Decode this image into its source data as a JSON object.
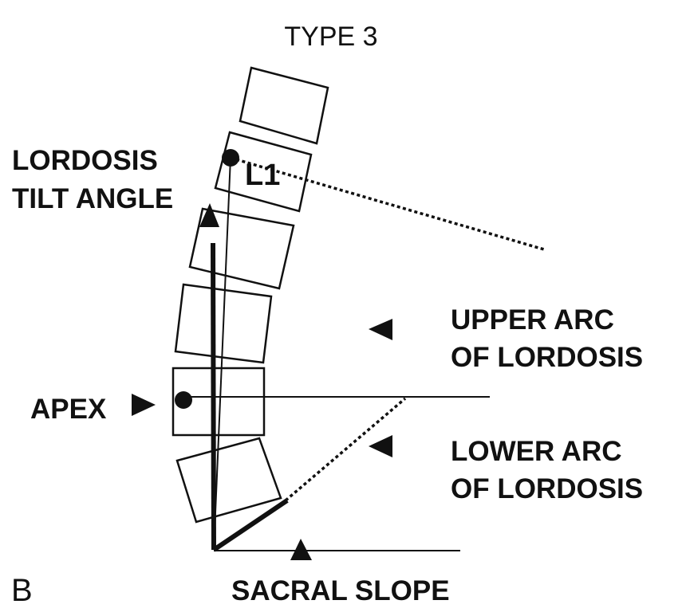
{
  "title": "TYPE 3",
  "panel_letter": "B",
  "labels": {
    "lordosis_tilt_angle_line1": "LORDOSIS",
    "lordosis_tilt_angle_line2": "TILT ANGLE",
    "vertebra_l1": "L1",
    "upper_arc_line1": "UPPER ARC",
    "upper_arc_line2": "OF LORDOSIS",
    "lower_arc_line1": "LOWER ARC",
    "lower_arc_line2": "OF LORDOSIS",
    "apex": "APEX",
    "sacral_slope": "SACRAL SLOPE"
  },
  "colors": {
    "ink": "#111111",
    "background": "#ffffff"
  }
}
